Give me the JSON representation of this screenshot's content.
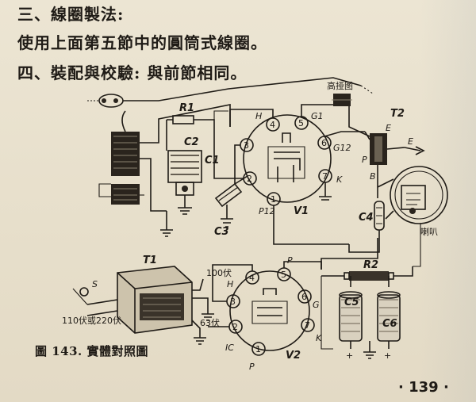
{
  "text": {
    "line1": "三、線圈製法:",
    "line2": "使用上面第五節中的圓筒式線圈。",
    "line3": "四、裝配與校驗: 與前節相同。"
  },
  "figure": {
    "caption": "圖 143. 實體對照圖",
    "labels": {
      "antenna": "高挜图",
      "r1": "R1",
      "c2": "C2",
      "c1": "C1",
      "c3": "C3",
      "c4": "C4",
      "t2": "T2",
      "e1": "E",
      "e2": "E",
      "p_t2": "P",
      "b_t2": "B",
      "speaker": "喇叭",
      "v1": "V1",
      "v1_p": "P12",
      "v1_k": "K",
      "v1_h": "H",
      "v1_g1": "G1",
      "v1_g2": "G12",
      "pin1": "1",
      "pin2": "2",
      "pin3": "3",
      "pin4": "4",
      "pin5": "5",
      "pin6": "6",
      "pin7": "7",
      "t1": "T1",
      "volt100": "100伏",
      "volt63": "63伏",
      "mains": "110伏或220伏",
      "switch": "S",
      "r2": "R2",
      "c5": "C5",
      "c6": "C6",
      "v2": "V2",
      "v2_h": "H",
      "v2_p": "P",
      "v2_g": "G",
      "v2_k": "K",
      "v2_ic": "IC",
      "v2_pbot": "P",
      "v2_pin1": "1",
      "v2_pin2": "2",
      "v2_pin3": "3",
      "v2_pin4": "4",
      "v2_pin5": "5",
      "v2_pin6": "6",
      "v2_pin7": "7",
      "plus1": "+",
      "plus2": "+"
    }
  },
  "page_number": "· 139 ·"
}
